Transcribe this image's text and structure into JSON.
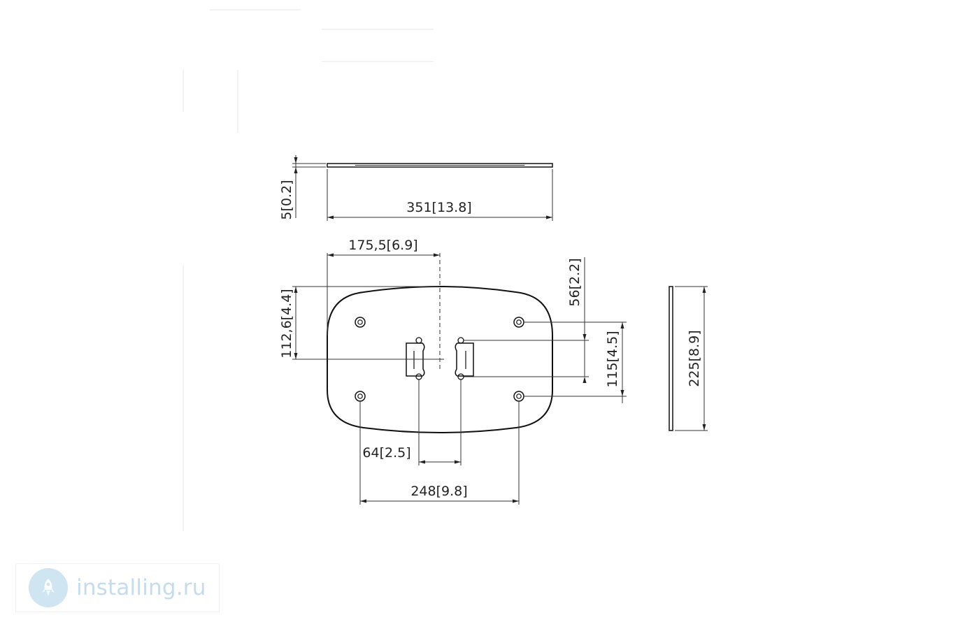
{
  "drawing": {
    "dimensions": {
      "thickness": "5[0.2]",
      "width_total": "351[13.8]",
      "center_offset": "175,5[6.9]",
      "top_to_center": "112,6[4.4]",
      "slot_spacing_vertical": "56[2.2]",
      "hole_spacing_vertical": "115[4.5]",
      "height_total": "225[8.9]",
      "slot_spacing_horizontal": "64[2.5]",
      "hole_spacing_horizontal": "248[9.8]"
    }
  },
  "watermark": {
    "text": "installing.ru",
    "icon": "rocket-icon"
  }
}
